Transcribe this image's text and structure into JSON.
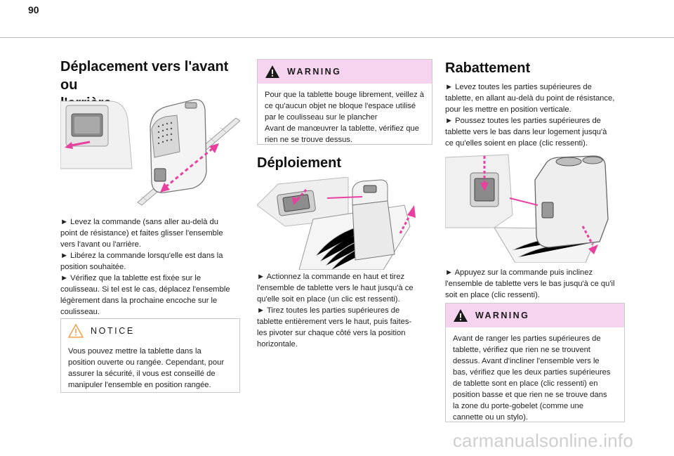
{
  "page": {
    "number": "90",
    "watermark": "carmanualsonline.info"
  },
  "col1": {
    "title_line1": "Déplacement vers l'avant ou",
    "title_line2": "l'arrière",
    "body": [
      "► Levez la commande (sans aller au-delà du",
      "point de résistance) et faites glisser l'ensemble",
      "vers l'avant ou l'arrière.",
      "► Libérez la commande lorsqu'elle est dans la",
      "position souhaitée.",
      "► Vérifiez que la tablette est fixée sur le",
      "coulisseau. Si tel est le cas, déplacez l'ensemble",
      "légèrement dans la prochaine encoche sur le",
      "coulisseau."
    ],
    "notice": {
      "title": "NOTICE",
      "body": [
        "Vous pouvez mettre la tablette dans la",
        "position ouverte ou rangée. Cependant, pour",
        "assurer la sécurité, il vous est conseillé de",
        "manipuler l'ensemble en position rangée."
      ]
    }
  },
  "col2": {
    "warning": {
      "title": "WARNING",
      "body": [
        "Pour que la tablette bouge librement, veillez à",
        "ce qu'aucun objet ne bloque l'espace utilisé",
        "par le coulisseau sur le plancher",
        "Avant de manœuvrer la tablette, vérifiez que",
        "rien ne se trouve dessus."
      ]
    },
    "title": "Déploiement",
    "body": [
      "► Actionnez la commande en haut et tirez",
      "l'ensemble de tablette vers le haut jusqu'à ce",
      "qu'elle soit en place (un clic est ressenti).",
      "► Tirez toutes les parties supérieures de",
      "tablette entièrement vers le haut, puis faites-",
      "les pivoter sur chaque côté vers la position",
      "horizontale."
    ]
  },
  "col3": {
    "title": "Rabattement",
    "body1": [
      "► Levez toutes les parties supérieures de",
      "tablette, en allant au-delà du point de résistance,",
      "pour les mettre en position verticale.",
      "► Poussez toutes les parties supérieures de",
      "tablette vers le bas dans leur logement jusqu'à",
      "ce qu'elles soient en place (clic ressenti)."
    ],
    "body2": [
      "► Appuyez sur la commande puis inclinez",
      "l'ensemble de tablette vers le bas jusqu'à ce qu'il",
      "soit en place (clic ressenti)."
    ],
    "warning": {
      "title": "WARNING",
      "body": [
        "Avant de ranger les parties supérieures de",
        "tablette, vérifiez que rien ne se trouvent",
        "dessus. Avant d'incliner l'ensemble vers le",
        "bas, vérifiez que les deux parties supérieures",
        "de tablette sont en place (clic ressenti) en",
        "position basse et que rien ne se trouve dans",
        "la zone du porte-gobelet (comme une",
        "cannette ou un stylo)."
      ]
    }
  },
  "colors": {
    "accent_pink": "#e8409f",
    "warning_band": "#f6d4ef",
    "notice_triangle": "#f0a24a",
    "rule": "#bdbdbd"
  }
}
